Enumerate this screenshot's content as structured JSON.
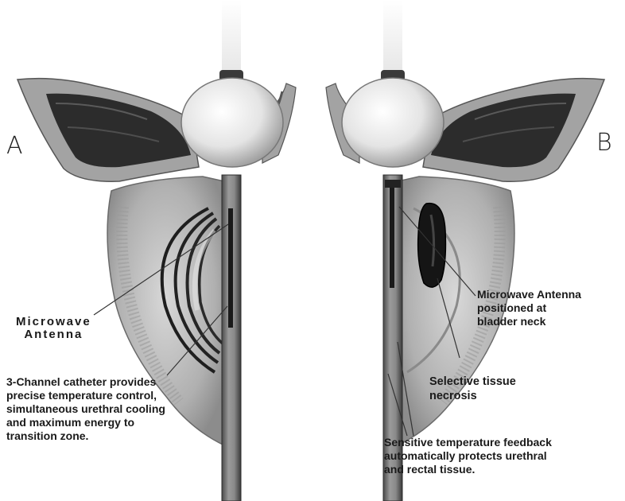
{
  "panels": {
    "a": {
      "letter": "A"
    },
    "b": {
      "letter": "B"
    }
  },
  "labels": {
    "antenna_a": [
      "Microwave",
      "Antenna"
    ],
    "catheter": [
      "3-Channel catheter provides",
      "precise temperature control,",
      "simultaneous urethral cooling",
      "and maximum energy to",
      "transition zone."
    ],
    "antenna_b": [
      "Microwave Antenna",
      "positioned at",
      "bladder neck"
    ],
    "necrosis": [
      "Selective tissue",
      "necrosis"
    ],
    "feedback": [
      "Sensitive temperature feedback",
      "automatically protects urethral",
      "and rectal tissue."
    ]
  },
  "colors": {
    "bladder_wall": "#9a9a9a",
    "bladder_inner": "#2e2e2e",
    "prostate": "#b5b5b5",
    "balloon": "#ececec",
    "catheter": "#6e6e6e",
    "necrosis": "#1c1c1c"
  }
}
